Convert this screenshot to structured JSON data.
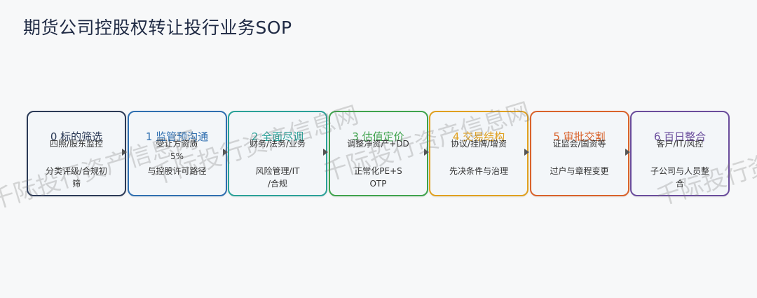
{
  "title": "期货公司控股权转让投行业务SOP",
  "stages": [
    {
      "title": "0 标的筛选",
      "line1": "四照/股东监控",
      "line2": "分类评级/合规初\n筛",
      "color": "#2b3a57"
    },
    {
      "title": "1 监管预沟通",
      "line1": "受让方资质\n5%",
      "line2": "与控股许可路径",
      "color": "#2f6fb0"
    },
    {
      "title": "2 全面尽调",
      "line1": "财务/法务/业务",
      "line2": "风险管理/IT\n/合规",
      "color": "#2aa198"
    },
    {
      "title": "3 估值定价",
      "line1": "调整净资产+DD",
      "line2": "正常化PE+S\nOTP",
      "color": "#3fa34d"
    },
    {
      "title": "4 交易结构",
      "line1": "协议/挂牌/增资",
      "line2": "先决条件与治理",
      "color": "#e0a020"
    },
    {
      "title": "5 审批交割",
      "line1": "证监会/国资等",
      "line2": "过户与章程变更",
      "color": "#d9622b"
    },
    {
      "title": "6 百日整合",
      "line1": "客户/IT/风控",
      "line2": "子公司与人员整\n合",
      "color": "#6a4c9c"
    }
  ],
  "watermark": "千际投行资产信息网"
}
